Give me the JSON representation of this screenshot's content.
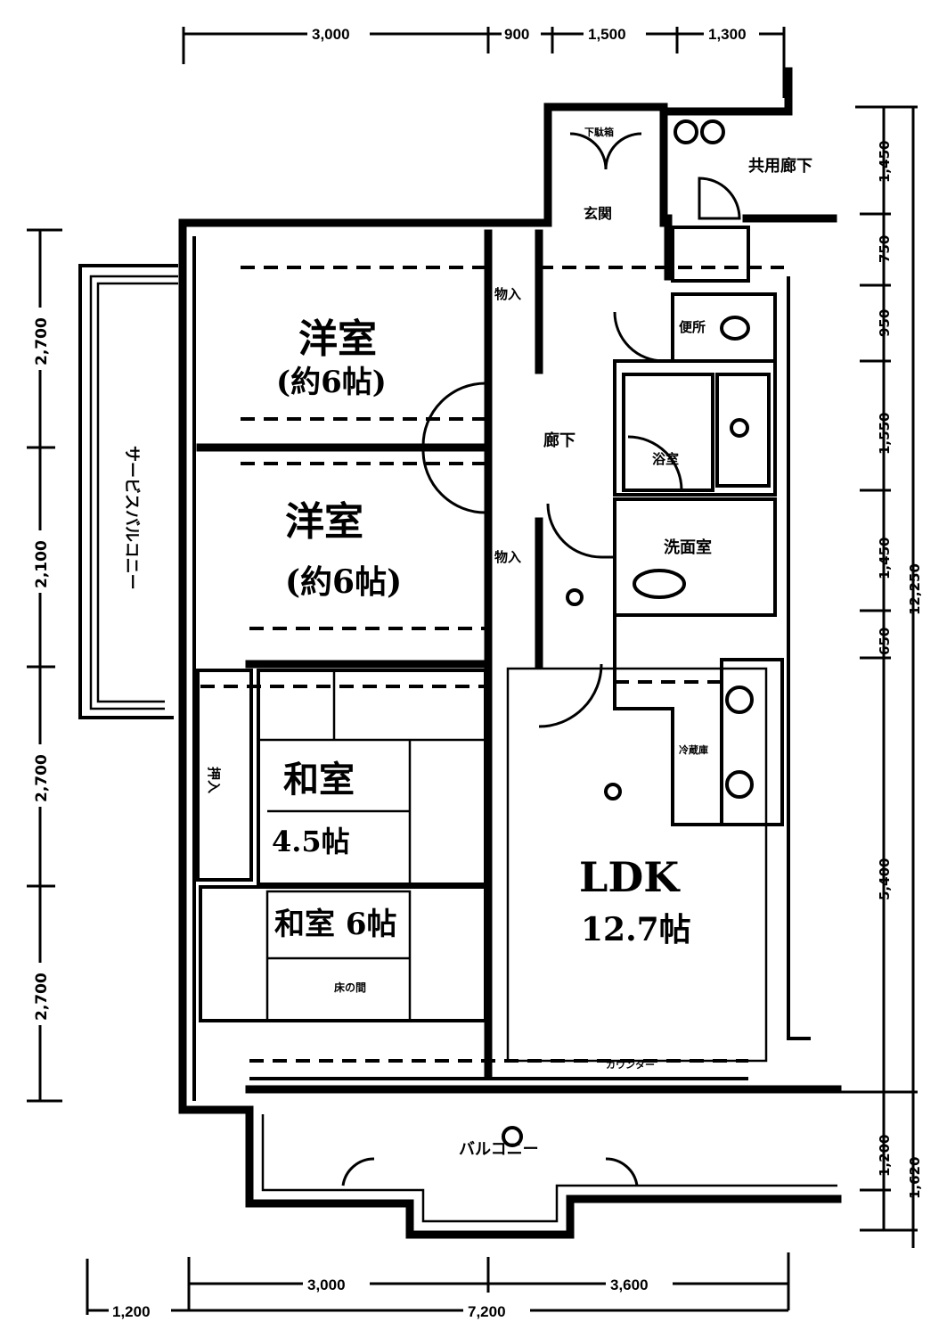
{
  "rooms": {
    "western1_name": "洋室",
    "western1_size": "(約6帖)",
    "western2_name": "洋室",
    "western2_size": "(約6帖)",
    "japanese1_name": "和室",
    "japanese1_size": "4.5帖",
    "japanese2_name": "和室 6帖",
    "ldk_name": "LDK",
    "ldk_size": "12.7帖",
    "entrance": "玄関",
    "hallway": "廊下",
    "washroom": "洗面室",
    "toilet": "便所",
    "bath": "浴室",
    "balcony": "バルコニー",
    "corridor": "共用廊下",
    "service_balcony": "サービスバルコニー",
    "closet": "押入",
    "storage": "物入",
    "tokonoma": "床の間",
    "kitchen_counter": "カウンター",
    "shoebox": "下駄箱",
    "refrigerator": "冷蔵庫"
  },
  "dimensions": {
    "top": [
      "3,000",
      "900",
      "1,500",
      "1,300"
    ],
    "bottom_inner": [
      "3,000",
      "3,600"
    ],
    "bottom_outer": [
      "1,200",
      "7,200"
    ],
    "left": [
      "2,700",
      "2,100",
      "2,700",
      "2,700"
    ],
    "right_inner": [
      "1,450",
      "750",
      "950",
      "1,550",
      "1,450",
      "650",
      "5,400",
      "1,200"
    ],
    "right_total": "12,250",
    "right_balcony": "1,620"
  }
}
